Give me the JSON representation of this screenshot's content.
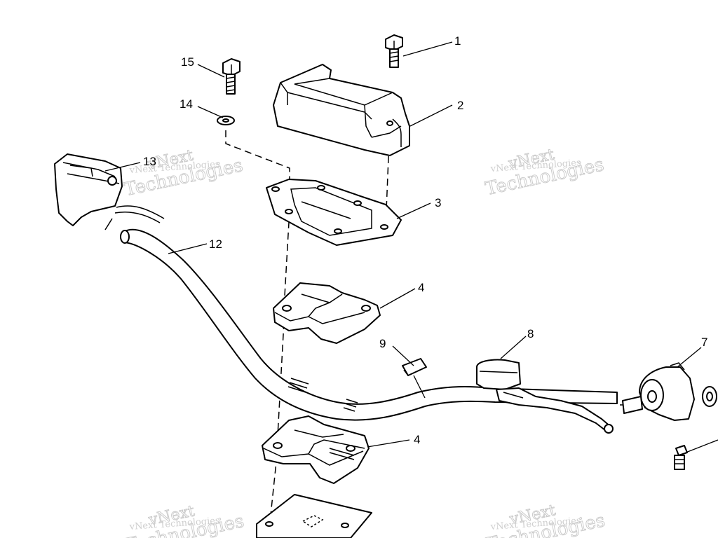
{
  "diagram": {
    "callouts": [
      {
        "id": "c1",
        "label": "1"
      },
      {
        "id": "c2",
        "label": "2"
      },
      {
        "id": "c3",
        "label": "3"
      },
      {
        "id": "c4a",
        "label": "4"
      },
      {
        "id": "c4b",
        "label": "4"
      },
      {
        "id": "c7",
        "label": "7"
      },
      {
        "id": "c8",
        "label": "8"
      },
      {
        "id": "c9",
        "label": "9"
      },
      {
        "id": "c12",
        "label": "12"
      },
      {
        "id": "c13",
        "label": "13"
      },
      {
        "id": "c14",
        "label": "14"
      },
      {
        "id": "c15",
        "label": "15"
      }
    ],
    "watermark": {
      "line1": "vNext",
      "line2": "Technologies",
      "small": "vNext Technologies"
    }
  }
}
